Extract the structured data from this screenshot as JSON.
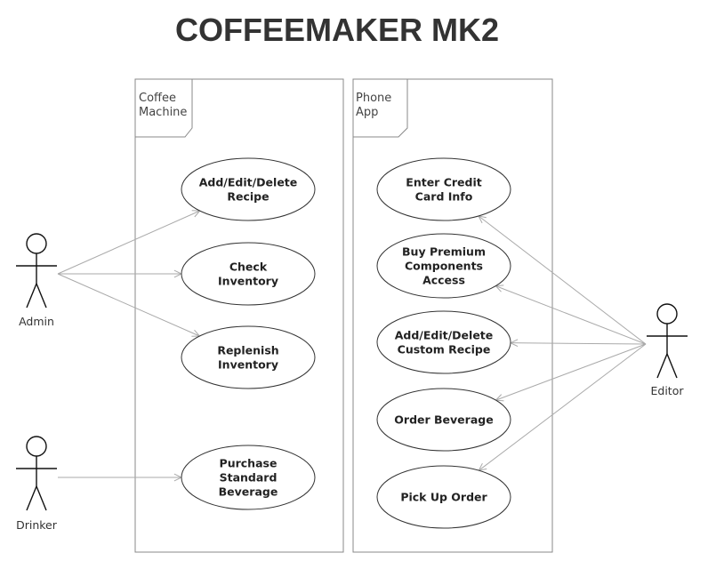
{
  "title": "COFFEEMAKER MK2",
  "systems": [
    {
      "id": "coffee",
      "label_lines": [
        "Coffee",
        "Machine"
      ]
    },
    {
      "id": "phone",
      "label_lines": [
        "Phone",
        "App"
      ]
    }
  ],
  "actors": [
    {
      "id": "admin",
      "label": "Admin"
    },
    {
      "id": "drinker",
      "label": "Drinker"
    },
    {
      "id": "editor",
      "label": "Editor"
    }
  ],
  "use_cases": [
    {
      "id": "add-edit-delete-recipe",
      "lines": [
        "Add/Edit/Delete",
        "Recipe"
      ]
    },
    {
      "id": "check-inventory",
      "lines": [
        "Check",
        "Inventory"
      ]
    },
    {
      "id": "replenish-inventory",
      "lines": [
        "Replenish",
        "Inventory"
      ]
    },
    {
      "id": "purchase-standard-beverage",
      "lines": [
        "Purchase",
        "Standard",
        "Beverage"
      ]
    },
    {
      "id": "enter-credit-card-info",
      "lines": [
        "Enter Credit",
        "Card Info"
      ]
    },
    {
      "id": "buy-premium-components-access",
      "lines": [
        "Buy Premium",
        "Components",
        "Access"
      ]
    },
    {
      "id": "add-edit-delete-custom-recipe",
      "lines": [
        "Add/Edit/Delete",
        "Custom Recipe"
      ]
    },
    {
      "id": "order-beverage",
      "lines": [
        "Order Beverage"
      ]
    },
    {
      "id": "pick-up-order",
      "lines": [
        "Pick Up Order"
      ]
    }
  ],
  "associations": [
    {
      "from": "admin",
      "to": "add-edit-delete-recipe"
    },
    {
      "from": "admin",
      "to": "check-inventory"
    },
    {
      "from": "admin",
      "to": "replenish-inventory"
    },
    {
      "from": "drinker",
      "to": "purchase-standard-beverage"
    },
    {
      "from": "editor",
      "to": "enter-credit-card-info"
    },
    {
      "from": "editor",
      "to": "buy-premium-components-access"
    },
    {
      "from": "editor",
      "to": "add-edit-delete-custom-recipe"
    },
    {
      "from": "editor",
      "to": "order-beverage"
    },
    {
      "from": "editor",
      "to": "pick-up-order"
    }
  ]
}
